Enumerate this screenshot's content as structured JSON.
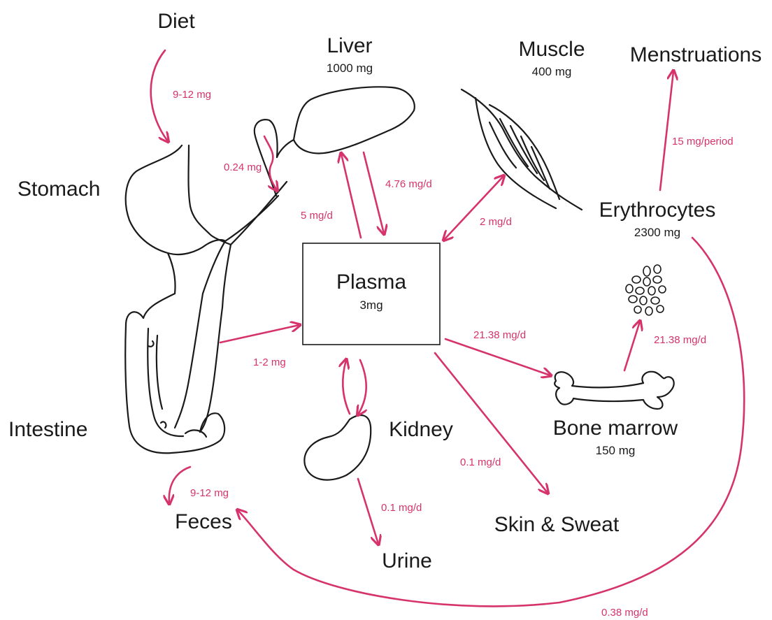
{
  "nodes": {
    "diet": "Diet",
    "liver": "Liver",
    "liver_amount": "1000 mg",
    "muscle": "Muscle",
    "muscle_amount": "400 mg",
    "menstruations": "Menstruations",
    "stomach": "Stomach",
    "erythrocytes": "Erythrocytes",
    "erythrocytes_amount": "2300 mg",
    "plasma": "Plasma",
    "plasma_amount": "3mg",
    "intestine": "Intestine",
    "kidney": "Kidney",
    "bone_marrow": "Bone marrow",
    "bone_marrow_amount": "150 mg",
    "feces": "Feces",
    "skin_sweat": "Skin & Sweat",
    "urine": "Urine"
  },
  "flows": {
    "diet_to_stomach": "9-12 mg",
    "gallbladder": "0.24 mg",
    "liver_to_plasma": "4.76 mg/d",
    "plasma_to_liver": "5 mg/d",
    "plasma_muscle": "2 mg/d",
    "erythrocytes_to_menstruations": "15 mg/period",
    "intestine_to_plasma": "1-2 mg",
    "plasma_to_bone_marrow": "21.38 mg/d",
    "bone_marrow_to_erythrocytes": "21.38 mg/d",
    "plasma_to_skin": "0.1 mg/d",
    "kidney_to_urine": "0.1 mg/d",
    "intestine_to_feces": "9-12 mg",
    "erythrocytes_to_feces": "0.38 mg/d"
  },
  "colors": {
    "flow_arrow": "#d6336c",
    "organ_outline": "#1a1a1a"
  }
}
